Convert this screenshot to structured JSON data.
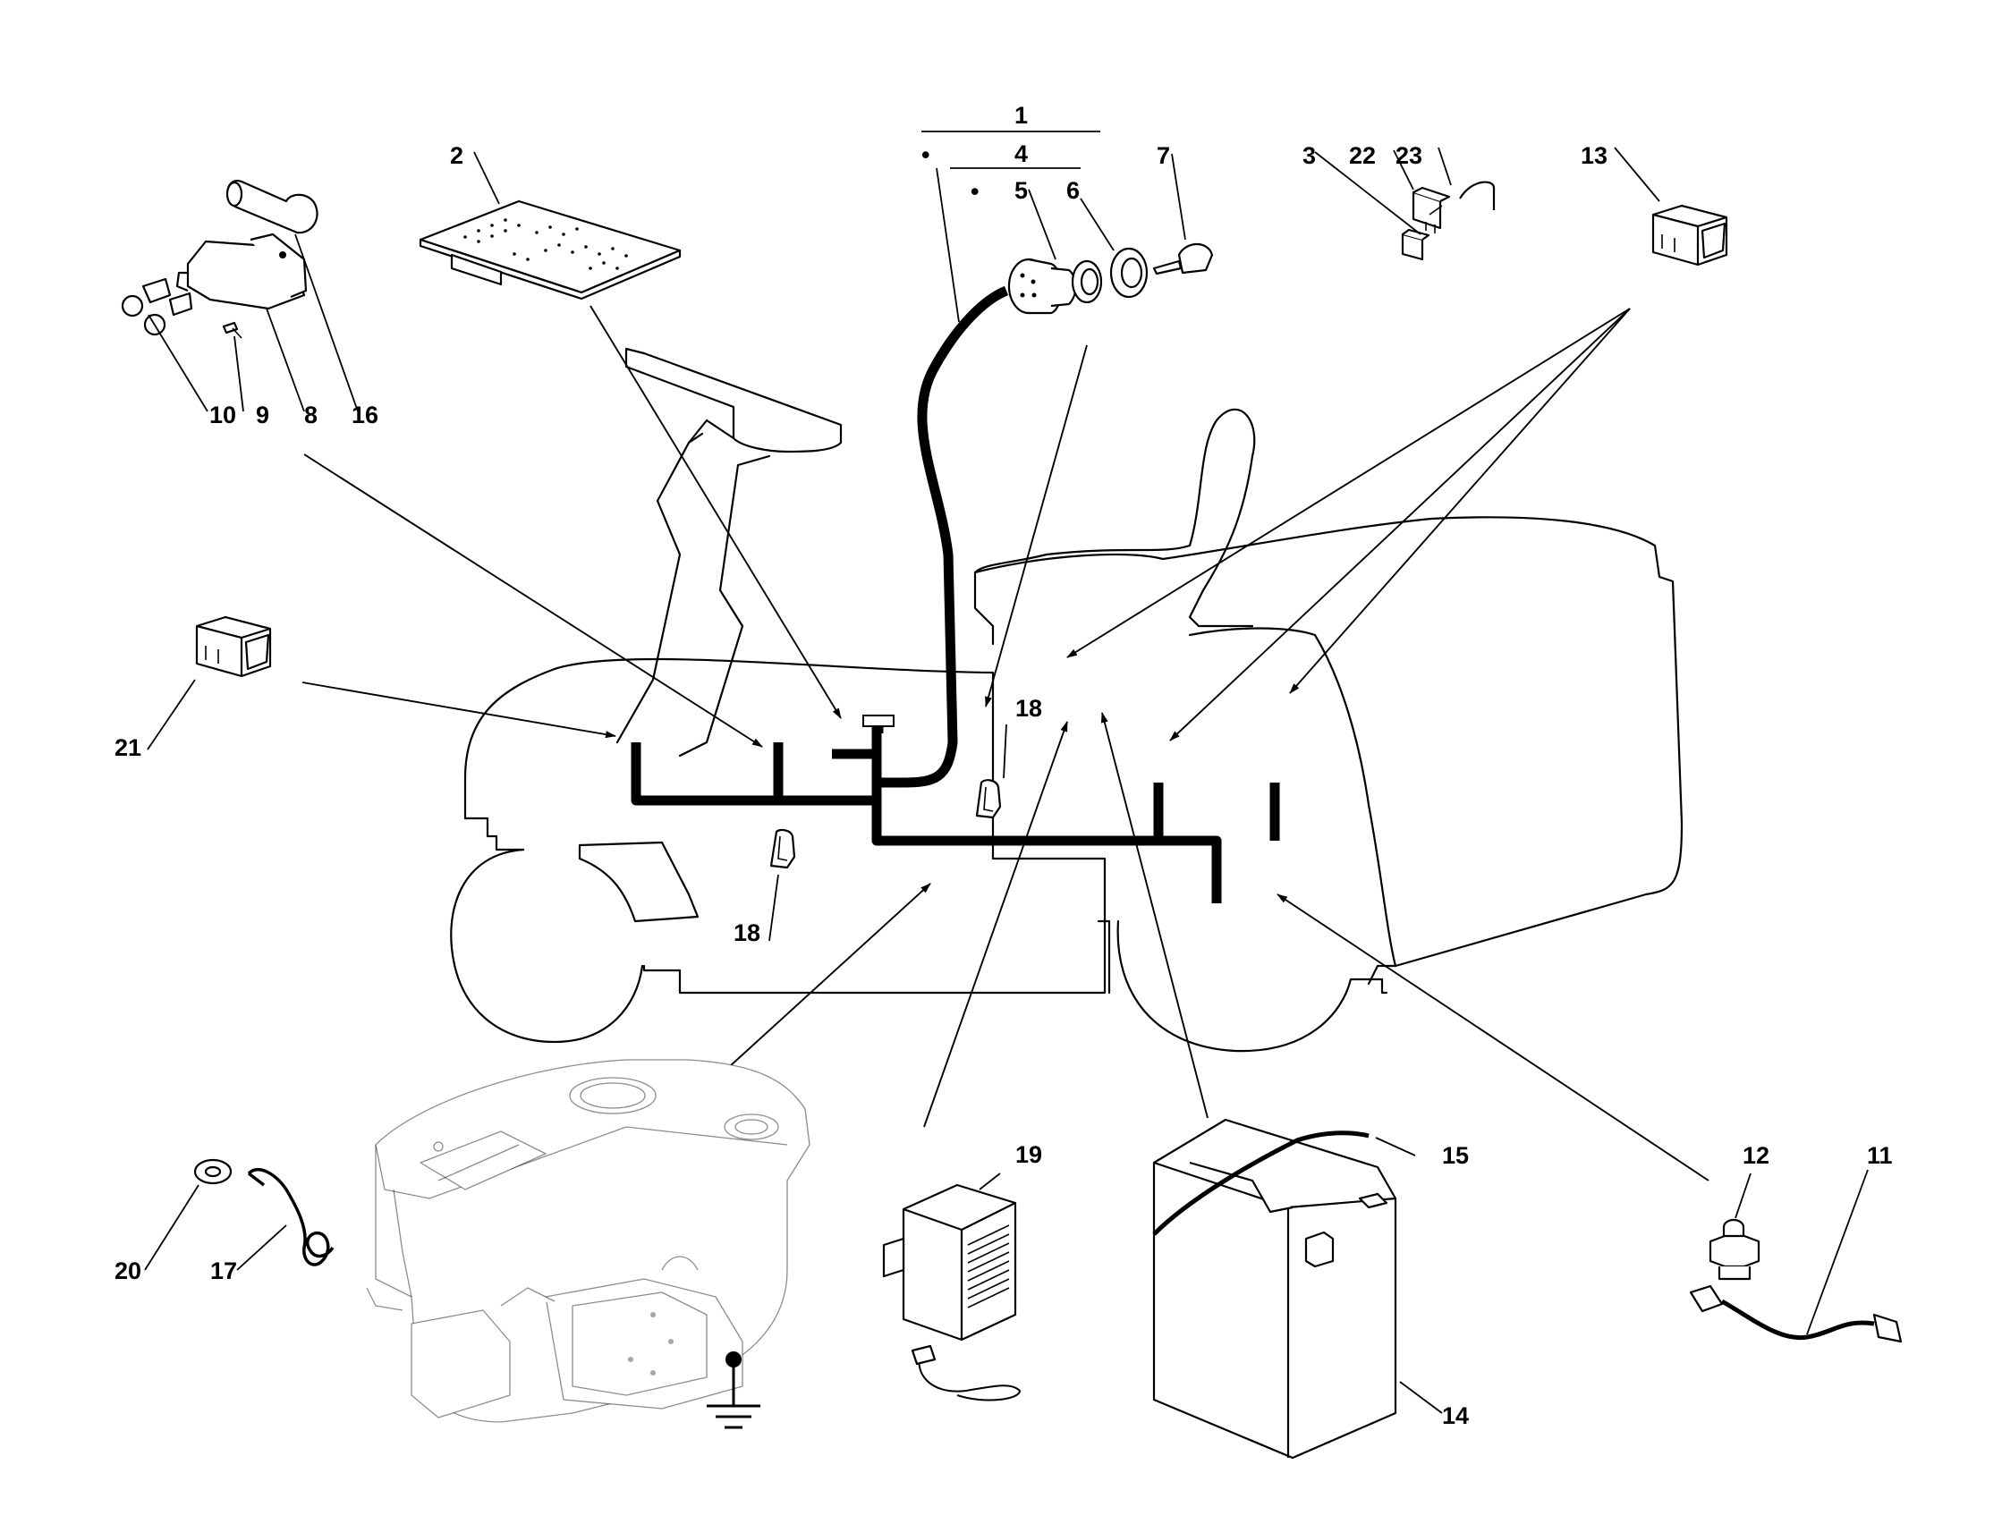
{
  "diagram": {
    "part_numbers": [
      {
        "id": "p1",
        "text": "1"
      },
      {
        "id": "p2",
        "text": "2"
      },
      {
        "id": "p3",
        "text": "3"
      },
      {
        "id": "p4",
        "text": "4"
      },
      {
        "id": "p5",
        "text": "5"
      },
      {
        "id": "p6",
        "text": "6"
      },
      {
        "id": "p7",
        "text": "7"
      },
      {
        "id": "p8",
        "text": "8"
      },
      {
        "id": "p9",
        "text": "9"
      },
      {
        "id": "p10",
        "text": "10"
      },
      {
        "id": "p11",
        "text": "11"
      },
      {
        "id": "p12",
        "text": "12"
      },
      {
        "id": "p13",
        "text": "13"
      },
      {
        "id": "p14",
        "text": "14"
      },
      {
        "id": "p15",
        "text": "15"
      },
      {
        "id": "p16",
        "text": "16"
      },
      {
        "id": "p17",
        "text": "17"
      },
      {
        "id": "p18a",
        "text": "18"
      },
      {
        "id": "p18b",
        "text": "18"
      },
      {
        "id": "p19",
        "text": "19"
      },
      {
        "id": "p20",
        "text": "20"
      },
      {
        "id": "p21",
        "text": "21"
      },
      {
        "id": "p22",
        "text": "22"
      },
      {
        "id": "p23",
        "text": "23"
      }
    ],
    "bullet_marks": [
      "•",
      "•"
    ]
  }
}
